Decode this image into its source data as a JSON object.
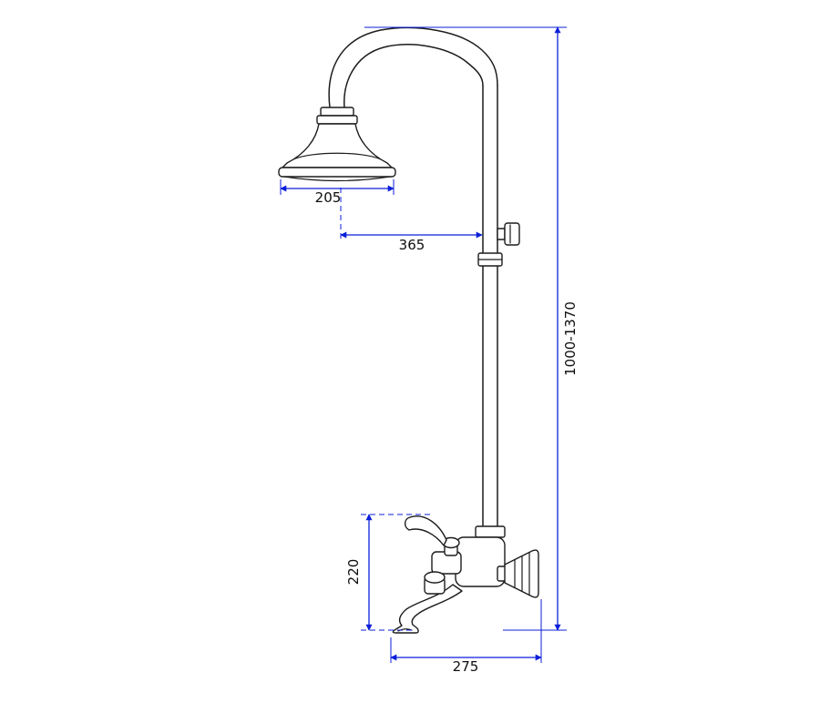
{
  "colors": {
    "dimension": "#0b1fd9",
    "outline": "#1c1c1c",
    "text": "#0d0d0d",
    "background": "#ffffff"
  },
  "dimensions": {
    "head_width": "205",
    "head_offset": "365",
    "height_range": "1000-1370",
    "mixer_height": "220",
    "mixer_width": "275"
  }
}
